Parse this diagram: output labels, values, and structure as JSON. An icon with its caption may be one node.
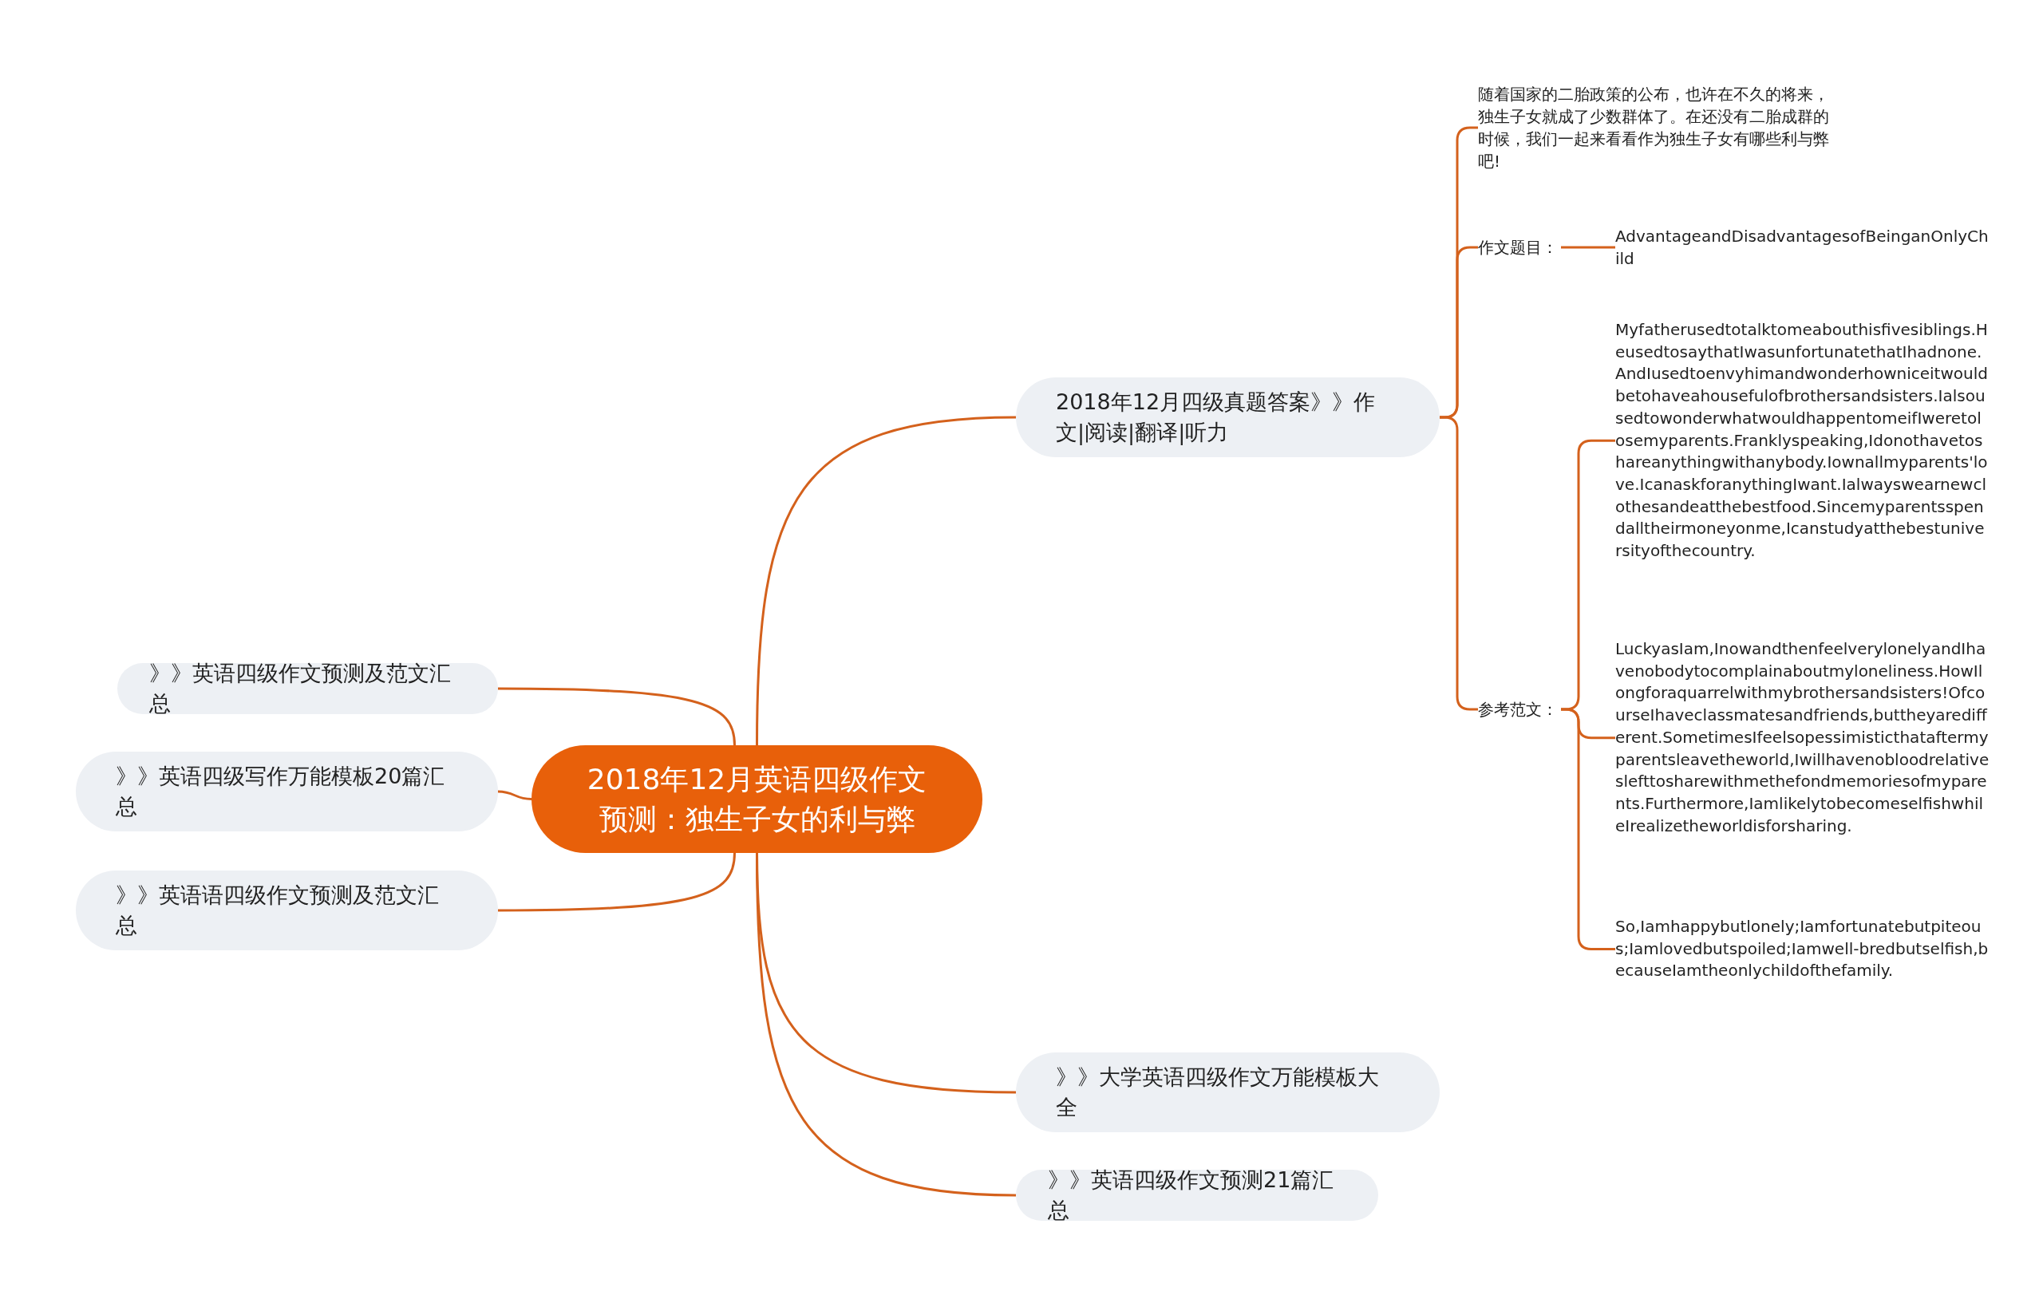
{
  "diagram": {
    "nodes": [
      {
        "text": [
          "2018年12月英语四级作文预测：独生子女的利与弊"
        ]
      },
      {
        "text": [
          "2018年12月四级真题答案》》作文|阅读|翻译|听力"
        ]
      },
      {
        "text": [
          "随着国家的二胎政策的公布，也许在不久的将来，独生子女就成了少数群体了。在还没有二胎成群的时候，我们一起来看看作为独生子女有哪些利与弊吧!"
        ]
      },
      {
        "text": [
          "作文题目："
        ]
      },
      {
        "text": [
          "AdvantageandDisadvantagesofBeinganOnlyChild"
        ]
      },
      {
        "text": [
          "参考范文："
        ]
      },
      {
        "text": [
          "Myfatherusedtotalktomeabouthisfivesiblings.HeusedtosaythatIwasunfortunatethatIhadnone.AndIusedtoenvyhimandwonderhowniceitwouldbetohaveahousefulofbrothersandsisters.IalsousedtowonderwhatwouldhappentomeifIweretolosemyparents.Franklyspeaking,Idonothavetoshareanythingwithanybody.Iownallmyparents'love.IcanaskforanythingIwant.Ialwayswearnewclothesandeatthebestfood.Sincemyparentsspendalltheirmoneyonme,Icanstudyatthebestuniversityofthecountry."
        ]
      },
      {
        "text": [
          "LuckyasIam,InowandthenfeelverylonelyandIhavenobodytocomplainaboutmyloneliness.HowIlongforaquarrelwithmybrothersandsisters!OfcourseIhaveclassmatesandfriends,buttheyaredifferent.SometimesIfeelsopessimisticthataftermyparentsleavetheworld,Iwillhavenobloodrelativeslefttosharewithmethefondmemoriesofmyparents.Furthermore,IamlikelytobecomeselfishwhileIrealizetheworldisforsharing."
        ]
      },
      {
        "text": [
          "So,Iamhappybutlonely;Iamfortunatebutpiteous;Iamlovedbutspoiled;Iamwell-bredbutselfish,becauseIamtheonlychildofthefamily."
        ]
      },
      {
        "text": [
          "》》大学英语四级作文万能模板大全"
        ]
      },
      {
        "text": [
          "》》英语四级作文预测21篇汇总"
        ]
      },
      {
        "text": [
          "》》英语四级作文预测及范文汇总"
        ]
      },
      {
        "text": [
          "》》英语四级写作万能模板20篇汇总"
        ]
      },
      {
        "text": [
          "》》英语语四级作文预测及范文汇总"
        ]
      }
    ],
    "edges": [
      {
        "from": 0,
        "to": 1,
        "arrow": "none"
      },
      {
        "from": 1,
        "to": 2,
        "arrow": "none"
      },
      {
        "from": 1,
        "to": 3,
        "arrow": "none"
      },
      {
        "from": 3,
        "to": 4,
        "arrow": "none"
      },
      {
        "from": 1,
        "to": 5,
        "arrow": "none"
      },
      {
        "from": 5,
        "to": 6,
        "arrow": "none"
      },
      {
        "from": 5,
        "to": 7,
        "arrow": "none"
      },
      {
        "from": 5,
        "to": 8,
        "arrow": "none"
      },
      {
        "from": 0,
        "to": 9,
        "arrow": "none"
      },
      {
        "from": 0,
        "to": 10,
        "arrow": "none"
      },
      {
        "from": 0,
        "to": 11,
        "arrow": "none"
      },
      {
        "from": 0,
        "to": 12,
        "arrow": "none"
      },
      {
        "from": 0,
        "to": 13,
        "arrow": "none"
      }
    ]
  }
}
